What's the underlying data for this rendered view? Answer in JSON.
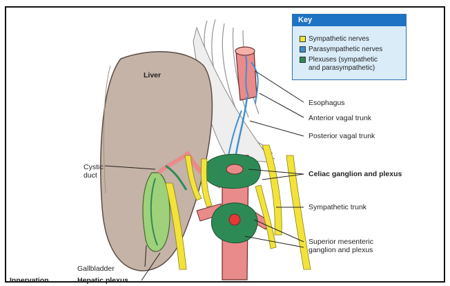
{
  "key": {
    "title": "Key",
    "items": [
      {
        "label": "Sympathetic nerves",
        "color": "#f2e33a"
      },
      {
        "label": "Parasympathetic nerves",
        "color": "#3f8fcf"
      },
      {
        "label": "Plexuses (sympathetic",
        "label2": "and parasympathetic)",
        "color": "#2e8a55"
      }
    ]
  },
  "labels": {
    "liver": "Liver",
    "cystic_duct_1": "Cystic",
    "cystic_duct_2": "duct",
    "gallbladder": "Gallbladder",
    "hepatic_plexus": "Hepatic plexus",
    "innervation": "Innervation",
    "esophagus": "Esophagus",
    "anterior_vagal_trunk": "Anterior vagal trunk",
    "posterior_vagal_trunk": "Posterior vagal trunk",
    "celiac": "Celiac ganglion and plexus",
    "sympathetic_trunk": "Sympathetic trunk",
    "sup_mes_1": "Superior mesenteric",
    "sup_mes_2": "ganglion and plexus"
  },
  "colors": {
    "liver": "#c4b3a6",
    "artery": "#e98b8b",
    "sympathetic": "#f2e33a",
    "parasympathetic": "#3f8fcf",
    "plexus": "#2e8a55"
  }
}
